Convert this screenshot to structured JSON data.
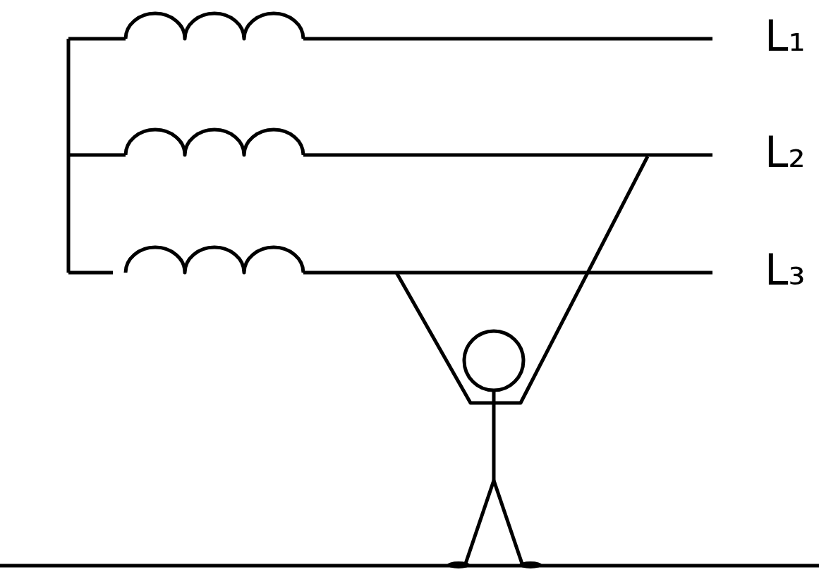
{
  "diagram": {
    "labels": [
      "L₁",
      "L₂",
      "L₃"
    ]
  }
}
